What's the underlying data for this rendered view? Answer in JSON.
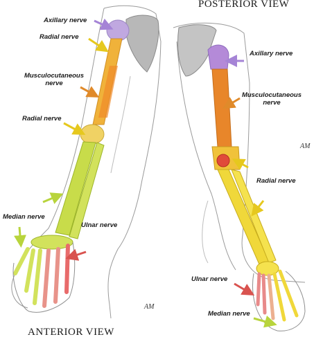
{
  "views": {
    "posterior_title": "POSTERIOR VIEW",
    "anterior_title": "ANTERIOR VIEW"
  },
  "anterior_labels": {
    "axillary": "Axillary nerve",
    "radial_upper": "Radial nerve",
    "musculocutaneous_line1": "Musculocutaneous",
    "musculocutaneous_line2": "nerve",
    "radial_lower": "Radial nerve",
    "median": "Median nerve",
    "ulnar": "Ulnar nerve"
  },
  "posterior_labels": {
    "axillary": "Axillary nerve",
    "musculocutaneous_line1": "Musculocutaneous",
    "musculocutaneous_line2": "nerve",
    "radial": "Radial nerve",
    "ulnar": "Ulnar nerve",
    "median": "Median nerve"
  },
  "signatures": {
    "left": "AM",
    "right": "AM"
  },
  "nerve_colors": {
    "axillary": "#b9a0dc",
    "radial": "#f0c23a",
    "musculocutaneous": "#e8962f",
    "median": "#c8dc3c",
    "ulnar": "#e86b6b"
  }
}
